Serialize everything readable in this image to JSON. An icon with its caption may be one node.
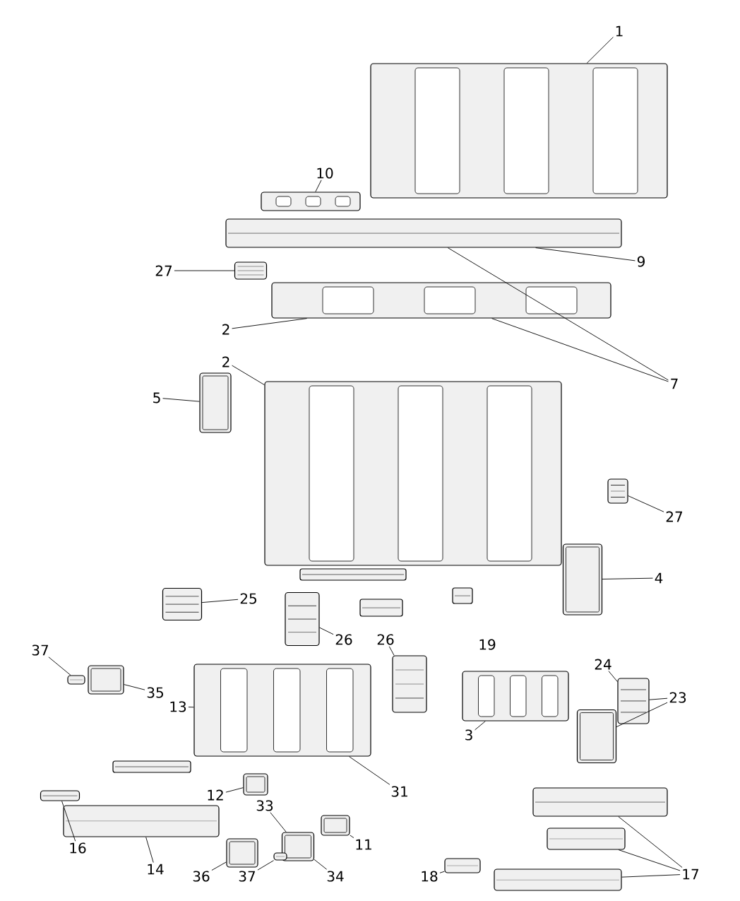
{
  "diagram": {
    "nodes": [
      {
        "text": [
          "1"
        ]
      },
      {
        "text": [],
        "shape": "picture"
      },
      {
        "text": [
          "9"
        ]
      },
      {
        "text": [],
        "shape": "picture"
      },
      {
        "text": [
          "10"
        ]
      },
      {
        "text": [],
        "shape": "picture"
      },
      {
        "text": [
          "27"
        ]
      },
      {
        "text": [],
        "shape": "picture"
      },
      {
        "text": [
          "2"
        ]
      },
      {
        "text": [],
        "shape": "picture"
      },
      {
        "text": [
          "2"
        ]
      },
      {
        "text": [],
        "shape": "picture"
      },
      {
        "text": [
          "7"
        ]
      },
      {
        "text": [
          "5"
        ]
      },
      {
        "text": [],
        "shape": "picture"
      },
      {
        "text": [
          "27"
        ]
      },
      {
        "text": [],
        "shape": "picture"
      },
      {
        "text": [
          "4"
        ]
      },
      {
        "text": [],
        "shape": "picture"
      },
      {
        "text": [
          "25"
        ]
      },
      {
        "text": [],
        "shape": "picture"
      },
      {
        "text": [
          "26"
        ]
      },
      {
        "text": [],
        "shape": "picture"
      },
      {
        "text": [
          "26"
        ]
      },
      {
        "text": [],
        "shape": "picture"
      },
      {
        "text": [
          "37"
        ]
      },
      {
        "text": [],
        "shape": "picture"
      },
      {
        "text": [
          "35"
        ]
      },
      {
        "text": [],
        "shape": "picture"
      },
      {
        "text": [
          "13"
        ]
      },
      {
        "text": [],
        "shape": "picture"
      },
      {
        "text": [
          "24"
        ]
      },
      {
        "text": [],
        "shape": "picture"
      },
      {
        "text": [
          "23"
        ]
      },
      {
        "text": [],
        "shape": "picture"
      },
      {
        "text": [
          "3"
        ]
      },
      {
        "text": [],
        "shape": "picture"
      },
      {
        "text": [
          "31"
        ]
      },
      {
        "text": [
          "12"
        ]
      },
      {
        "text": [],
        "shape": "picture"
      },
      {
        "text": [
          "16"
        ]
      },
      {
        "text": [],
        "shape": "picture"
      },
      {
        "text": [
          "14"
        ]
      },
      {
        "text": [],
        "shape": "picture"
      },
      {
        "text": [
          "33"
        ]
      },
      {
        "text": [],
        "shape": "picture"
      },
      {
        "text": [
          "11"
        ]
      },
      {
        "text": [],
        "shape": "picture"
      },
      {
        "text": [
          "36"
        ]
      },
      {
        "text": [],
        "shape": "picture"
      },
      {
        "text": [
          "37"
        ]
      },
      {
        "text": [],
        "shape": "picture"
      },
      {
        "text": [
          "34"
        ]
      },
      {
        "text": [
          "18"
        ]
      },
      {
        "text": [],
        "shape": "picture"
      },
      {
        "text": [],
        "shape": "picture"
      },
      {
        "text": [],
        "shape": "picture"
      },
      {
        "text": [],
        "shape": "picture"
      },
      {
        "text": [
          "17"
        ]
      }
    ],
    "edges": [
      {
        "from": 0,
        "to": 1,
        "arrow": "none"
      },
      {
        "from": 2,
        "to": 3,
        "arrow": "none"
      },
      {
        "from": 4,
        "to": 5,
        "arrow": "none"
      },
      {
        "from": 6,
        "to": 7,
        "arrow": "none"
      },
      {
        "from": 8,
        "to": 9,
        "arrow": "none"
      },
      {
        "from": 10,
        "to": 11,
        "arrow": "none"
      },
      {
        "from": 12,
        "to": 3,
        "arrow": "none"
      },
      {
        "from": 12,
        "to": 9,
        "arrow": "none"
      },
      {
        "from": 13,
        "to": 14,
        "arrow": "none"
      },
      {
        "from": 15,
        "to": 16,
        "arrow": "none"
      },
      {
        "from": 17,
        "to": 18,
        "arrow": "none"
      },
      {
        "from": 19,
        "to": 20,
        "arrow": "none"
      },
      {
        "from": 21,
        "to": 22,
        "arrow": "none"
      },
      {
        "from": 23,
        "to": 24,
        "arrow": "none"
      },
      {
        "from": 25,
        "to": 26,
        "arrow": "none"
      },
      {
        "from": 27,
        "to": 28,
        "arrow": "none"
      },
      {
        "from": 29,
        "to": 30,
        "arrow": "none"
      },
      {
        "from": 31,
        "to": 32,
        "arrow": "none"
      },
      {
        "from": 33,
        "to": 32,
        "arrow": "none"
      },
      {
        "from": 33,
        "to": 34,
        "arrow": "none"
      },
      {
        "from": 35,
        "to": 36,
        "arrow": "none"
      },
      {
        "from": 37,
        "to": 30,
        "arrow": "none"
      },
      {
        "from": 38,
        "to": 39,
        "arrow": "none"
      },
      {
        "from": 40,
        "to": 41,
        "arrow": "none"
      },
      {
        "from": 42,
        "to": 43,
        "arrow": "none"
      },
      {
        "from": 44,
        "to": 45,
        "arrow": "none"
      },
      {
        "from": 46,
        "to": 47,
        "arrow": "none"
      },
      {
        "from": 48,
        "to": 49,
        "arrow": "none"
      },
      {
        "from": 50,
        "to": 51,
        "arrow": "none"
      },
      {
        "from": 52,
        "to": 45,
        "arrow": "none"
      },
      {
        "from": 53,
        "to": 54,
        "arrow": "none"
      },
      {
        "from": 58,
        "to": 55,
        "arrow": "none"
      },
      {
        "from": 58,
        "to": 56,
        "arrow": "none"
      },
      {
        "from": 58,
        "to": 57,
        "arrow": "none"
      }
    ],
    "labels": [
      "19"
    ]
  }
}
